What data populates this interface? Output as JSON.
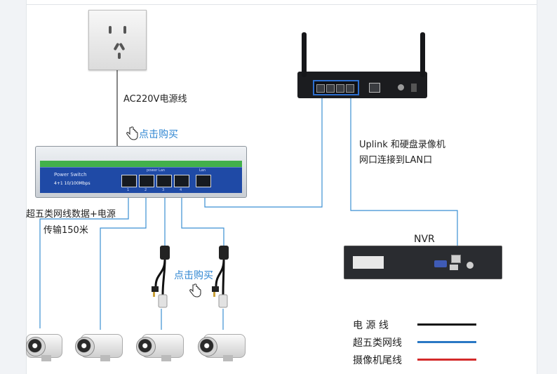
{
  "labels": {
    "ac_power": "AC220V电源线",
    "buy_top": "点击购买",
    "buy_middle": "点击购买",
    "uplink_line1": "Uplink 和硬盘录像机",
    "uplink_line2": "网口连接到LAN口",
    "cat5_line1": "超五类网线数据+电源",
    "cat5_line2": "传输150米",
    "nvr": "NVR"
  },
  "switch": {
    "brand": "Power Switch",
    "spec": "4+1 10/100Mbps",
    "ports_header": "power Lan",
    "uplink_header": "Lan",
    "port_numbers": [
      "1",
      "2",
      "3",
      "4"
    ]
  },
  "legend": [
    {
      "label": "电 源 线",
      "color": "#111111"
    },
    {
      "label": "超五类网线",
      "color": "#2a78c4"
    },
    {
      "label": "摄像机尾线",
      "color": "#d42a2a"
    }
  ],
  "icons": {
    "pointer": "hand-pointer-icon"
  },
  "colors": {
    "network_line": "#3b8fd3",
    "power_line": "#444444",
    "link": "#2f86d2",
    "switch_face": "#1f4aa6",
    "switch_stripe": "#42b04b"
  }
}
